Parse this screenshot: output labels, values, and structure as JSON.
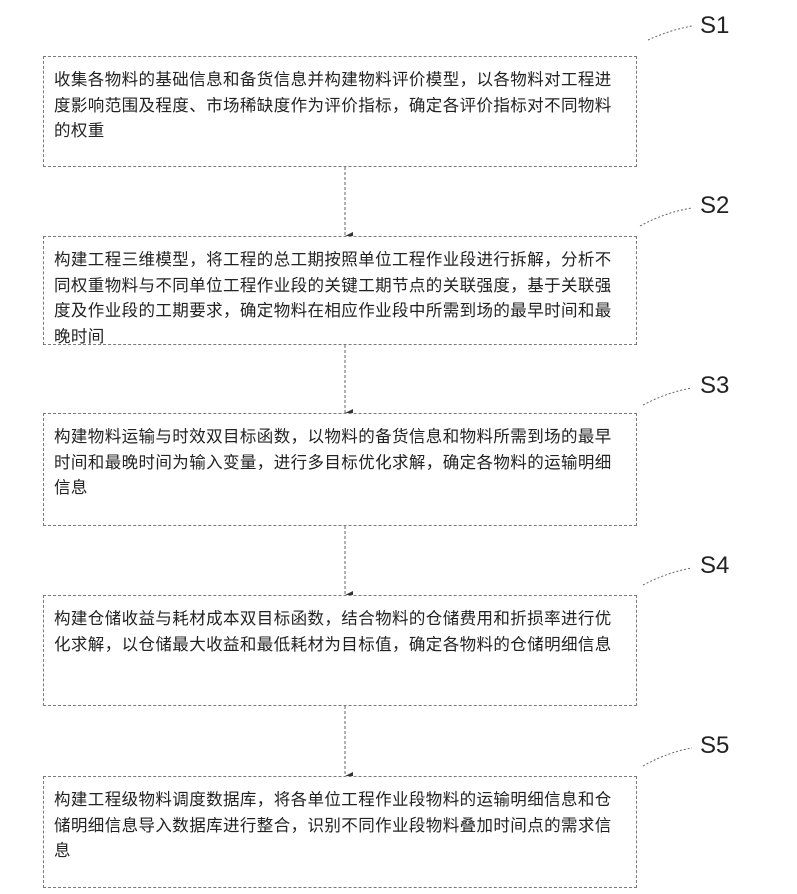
{
  "steps": [
    {
      "label": "S1",
      "text": "收集各物料的基础信息和备货信息并构建物料评价模型，以各物料对工程进度影响范围及程度、市场稀缺度作为评价指标，确定各评价指标对不同物料的权重"
    },
    {
      "label": "S2",
      "text": "构建工程三维模型，将工程的总工期按照单位工程作业段进行拆解，分析不同权重物料与不同单位工程作业段的关键工期节点的关联强度，基于关联强度及作业段的工期要求，确定物料在相应作业段中所需到场的最早时间和最晚时间"
    },
    {
      "label": "S3",
      "text": "构建物料运输与时效双目标函数，以物料的备货信息和物料所需到场的最早时间和最晚时间为输入变量，进行多目标优化求解，确定各物料的运输明细信息"
    },
    {
      "label": "S4",
      "text": "构建仓储收益与耗材成本双目标函数，结合物料的仓储费用和折损率进行优化求解，以仓储最大收益和最低耗材为目标值，确定各物料的仓储明细信息"
    },
    {
      "label": "S5",
      "text": "构建工程级物料调度数据库，将各单位工程作业段物料的运输明细信息和仓储明细信息导入数据库进行整合，识别不同作业段物料叠加时间点的需求信息"
    }
  ]
}
